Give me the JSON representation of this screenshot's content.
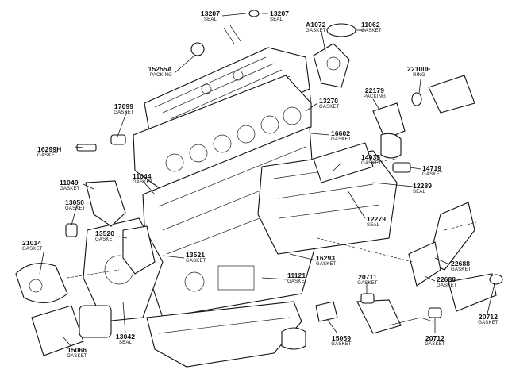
{
  "callouts": [
    {
      "id": "c13207a",
      "number": "13207",
      "desc": "SEAL"
    },
    {
      "id": "c13207b",
      "number": "13207",
      "desc": "SEAL"
    },
    {
      "id": "cA1072",
      "number": "A1072",
      "desc": "GASKET"
    },
    {
      "id": "c11062",
      "number": "11062",
      "desc": "GASKET"
    },
    {
      "id": "c15255A",
      "number": "15255A",
      "desc": "PACKING"
    },
    {
      "id": "c22100E",
      "number": "22100E",
      "desc": "RING"
    },
    {
      "id": "c13270",
      "number": "13270",
      "desc": "GASKET"
    },
    {
      "id": "c22179",
      "number": "22179",
      "desc": "PACKING"
    },
    {
      "id": "c17099",
      "number": "17099",
      "desc": "GASKET"
    },
    {
      "id": "c16602",
      "number": "16602",
      "desc": "GASKET"
    },
    {
      "id": "c16299H",
      "number": "16299H",
      "desc": "GASKET"
    },
    {
      "id": "c14035",
      "number": "14035",
      "desc": "GASKET"
    },
    {
      "id": "c14719",
      "number": "14719",
      "desc": "GASKET"
    },
    {
      "id": "c11044",
      "number": "11044",
      "desc": "GASKET"
    },
    {
      "id": "c11049",
      "number": "11049",
      "desc": "GASKET"
    },
    {
      "id": "c12289",
      "number": "12289",
      "desc": "SEAL"
    },
    {
      "id": "c13050",
      "number": "13050",
      "desc": "GASKET"
    },
    {
      "id": "c12279",
      "number": "12279",
      "desc": "SEAL"
    },
    {
      "id": "c13520",
      "number": "13520",
      "desc": "GASKET"
    },
    {
      "id": "c21014",
      "number": "21014",
      "desc": "GASKET"
    },
    {
      "id": "c13521",
      "number": "13521",
      "desc": "GASKET"
    },
    {
      "id": "c16293",
      "number": "16293",
      "desc": "GASKET"
    },
    {
      "id": "c22688a",
      "number": "22688",
      "desc": "GASKET"
    },
    {
      "id": "c11121",
      "number": "11121",
      "desc": "GASKET"
    },
    {
      "id": "c20711",
      "number": "20711",
      "desc": "GASKET"
    },
    {
      "id": "c22688b",
      "number": "22688",
      "desc": "GASKET"
    },
    {
      "id": "c13042",
      "number": "13042",
      "desc": "SEAL"
    },
    {
      "id": "c20712a",
      "number": "20712",
      "desc": "GASKET"
    },
    {
      "id": "c15066",
      "number": "15066",
      "desc": "GASKET"
    },
    {
      "id": "c15059",
      "number": "15059",
      "desc": "GASKET"
    },
    {
      "id": "c20712b",
      "number": "20712",
      "desc": "GASKET"
    }
  ]
}
